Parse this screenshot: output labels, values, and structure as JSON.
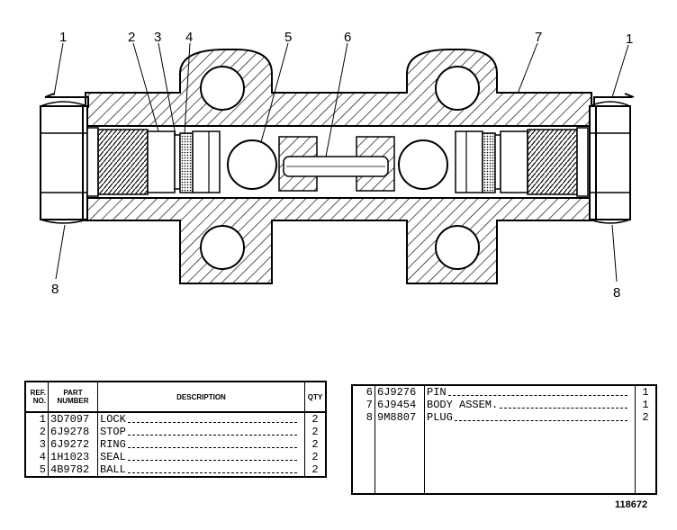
{
  "callouts": {
    "c1_left": "1",
    "c2": "2",
    "c3": "3",
    "c4": "4",
    "c5": "5",
    "c6": "6",
    "c7": "7",
    "c1_right": "1",
    "c8_left": "8",
    "c8_right": "8"
  },
  "table_left": {
    "headers": {
      "ref": "REF. NO.",
      "part": "PART NUMBER",
      "desc": "DESCRIPTION",
      "qty": "QTY"
    },
    "rows": [
      {
        "ref": "1",
        "part": "3D7097",
        "desc": "LOCK",
        "qty": "2"
      },
      {
        "ref": "2",
        "part": "6J9278",
        "desc": "STOP",
        "qty": "2"
      },
      {
        "ref": "3",
        "part": "6J9272",
        "desc": "RING",
        "qty": "2"
      },
      {
        "ref": "4",
        "part": "1H1023",
        "desc": "SEAL",
        "qty": "2"
      },
      {
        "ref": "5",
        "part": "4B9782",
        "desc": "BALL",
        "qty": "2"
      }
    ]
  },
  "table_right": {
    "rows": [
      {
        "ref": "6",
        "part": "6J9276",
        "desc": "PIN",
        "qty": "1"
      },
      {
        "ref": "7",
        "part": "6J9454",
        "desc": "BODY ASSEM.",
        "qty": "1"
      },
      {
        "ref": "8",
        "part": "9M8807",
        "desc": "PLUG",
        "qty": "2"
      }
    ]
  },
  "drawing_number": "118672"
}
